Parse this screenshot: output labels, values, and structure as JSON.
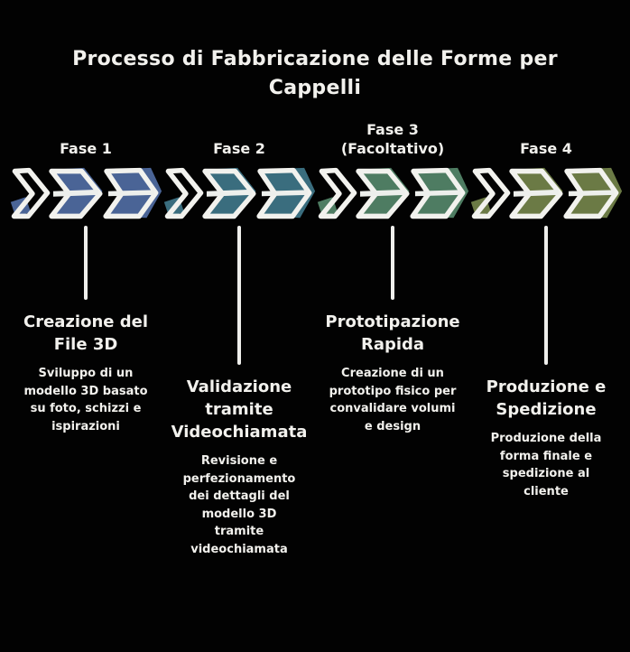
{
  "title": "Processo di Fabbricazione delle Forme per\nCappelli",
  "colors": {
    "background": "#020202",
    "stroke": "#f2f2ee",
    "text": "#f2f1ed",
    "phase1_blue": "#4a6496",
    "phase2_teal": "#3a6d7e",
    "phase3_green": "#4e7c62",
    "phase4_olive": "#6b7a45"
  },
  "phases": [
    {
      "label": "Fase 1",
      "color": "#4a6496",
      "step_title": "Creazione del\nFile 3D",
      "description": "Sviluppo di un\nmodello 3D basato\nsu foto, schizzi e\nispirazioni"
    },
    {
      "label": "Fase 2",
      "color": "#3a6d7e",
      "step_title": "Validazione\ntramite\nVideochiamata",
      "description": "Revisione e\nperfezionamento\ndei dettagli del\nmodello 3D\ntramite\nvideochiamata"
    },
    {
      "label": "Fase 3\n(Facoltativo)",
      "color": "#4e7c62",
      "step_title": "Prototipazione\nRapida",
      "description": "Creazione di un\nprototipo fisico per\nconvalidare volumi\ne design"
    },
    {
      "label": "Fase 4",
      "color": "#6b7a45",
      "step_title": "Produzione e\nSpedizione",
      "description": "Produzione della\nforma finale e\nspedizione al\ncliente"
    }
  ]
}
